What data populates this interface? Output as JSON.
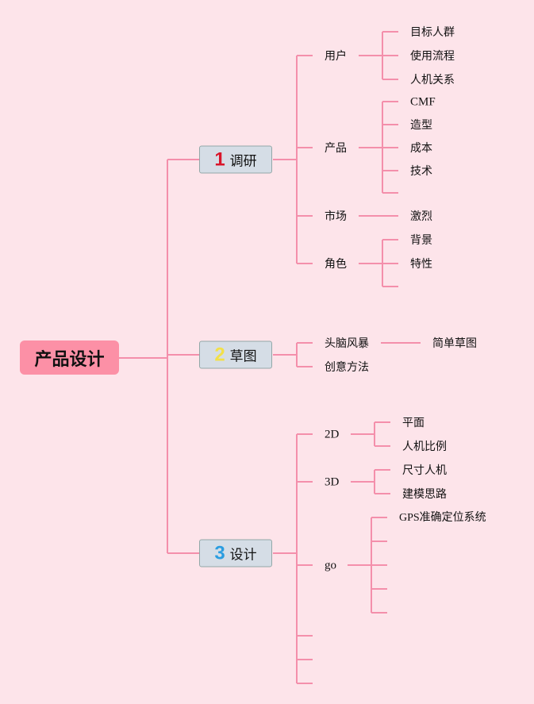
{
  "root": "产品设计",
  "branches": [
    {
      "num": "1",
      "num_color": "#d9162b",
      "label": "调研",
      "children": [
        {
          "label": "用户",
          "items": [
            "目标人群",
            "使用流程",
            "人机关系"
          ]
        },
        {
          "label": "产品",
          "items": [
            "CMF",
            "造型",
            "成本",
            "技术"
          ]
        },
        {
          "label": "市场",
          "items": [
            "激烈"
          ]
        },
        {
          "label": "角色",
          "items": [
            "背景",
            "特性"
          ]
        }
      ]
    },
    {
      "num": "2",
      "num_color": "#f2e04a",
      "label": "草图",
      "children": [
        {
          "label": "头脑风暴",
          "items": [
            "简单草图"
          ]
        },
        {
          "label": "创意方法",
          "items": []
        }
      ]
    },
    {
      "num": "3",
      "num_color": "#2a9de0",
      "label": "设计",
      "children": [
        {
          "label": "2D",
          "items": [
            "平面",
            "人机比例"
          ]
        },
        {
          "label": "3D",
          "items": [
            "尺寸人机",
            "建模思路"
          ]
        },
        {
          "label": "go",
          "items": [
            "GPS准确定位系统"
          ]
        }
      ]
    }
  ],
  "colors": {
    "line": "#f48fab",
    "background": "#fde4ea",
    "root": "#fc90a6"
  }
}
